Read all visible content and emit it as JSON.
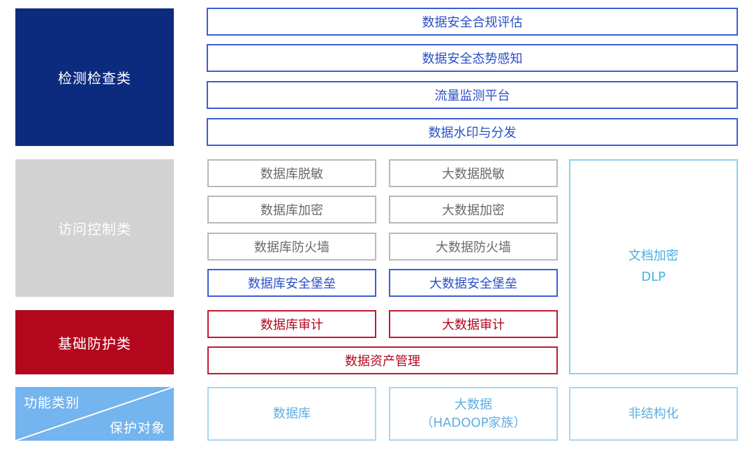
{
  "categories": {
    "detect": "检测检查类",
    "access": "访问控制类",
    "basic": "基础防护类",
    "legend_function": "功能类别",
    "legend_object": "保护对象"
  },
  "detect_items": [
    "数据安全合规评估",
    "数据安全态势感知",
    "流量监测平台",
    "数据水印与分发"
  ],
  "access_database": [
    "数据库脱敏",
    "数据库加密",
    "数据库防火墙",
    "数据库安全堡垒"
  ],
  "access_bigdata": [
    "大数据脱敏",
    "大数据加密",
    "大数据防火墙",
    "大数据安全堡垒"
  ],
  "basic_database": "数据库审计",
  "basic_bigdata": "大数据审计",
  "basic_asset": "数据资产管理",
  "document": {
    "line1": "文档加密",
    "line2": "DLP"
  },
  "objects": {
    "database": "数据库",
    "bigdata_line1": "大数据",
    "bigdata_line2": "（HADOOP家族）",
    "unstructured": "非结构化"
  },
  "colors": {
    "detect_bg": "#0d2b7e",
    "access_bg": "#d2d2d2",
    "basic_bg": "#b3071d",
    "legend_bg": "#74b4ef",
    "blue_border": "#3b5ed6",
    "red_border": "#c11a30",
    "gray_border": "#b9b9b9",
    "light_blue_border": "#a9d6f0"
  }
}
